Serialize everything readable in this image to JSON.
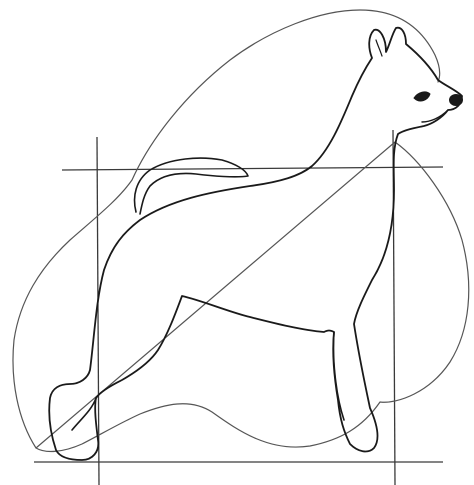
{
  "figure": {
    "subject": "dog-silhouette",
    "style": "line-drawing",
    "colors": {
      "background": "#ffffff",
      "ink": "#1a1a1a",
      "guide": "#3a3a3a",
      "contour": "#555555"
    },
    "elements": [
      "outer-coat-contour",
      "dog-body-outline",
      "tail-outline",
      "eye",
      "nose",
      "horizontal-guide-top",
      "horizontal-guide-ground",
      "vertical-guide-rear",
      "vertical-guide-front"
    ]
  }
}
